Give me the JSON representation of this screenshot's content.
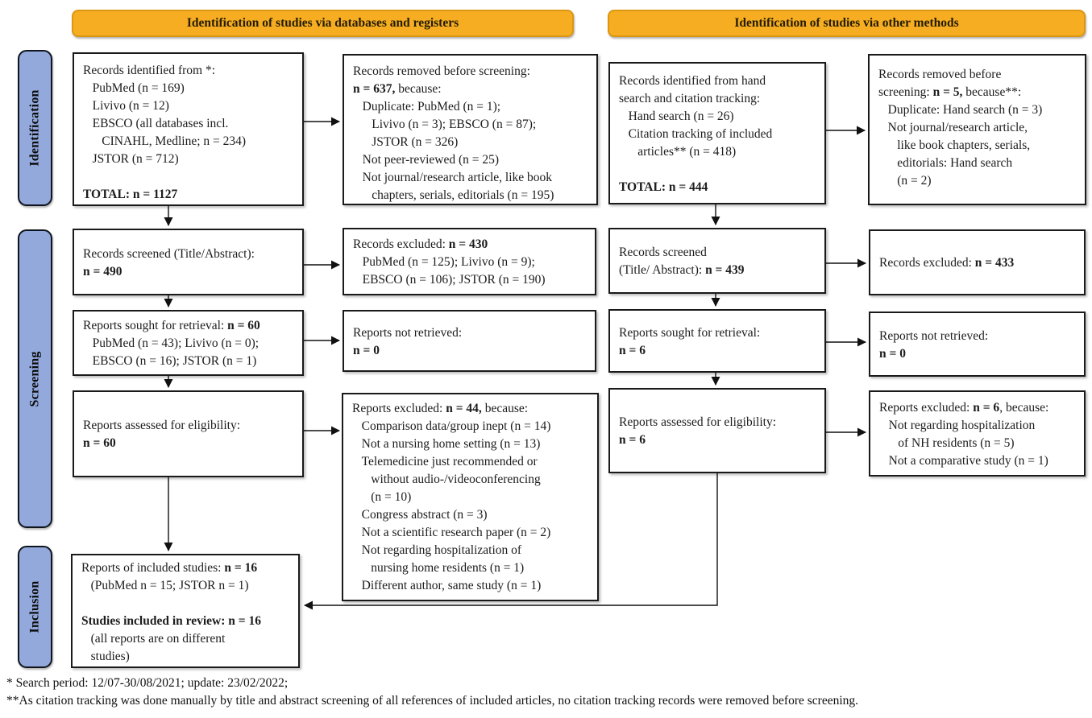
{
  "figure": {
    "banners": {
      "databases": "Identification of studies via databases and registers",
      "other": "Identification of studies via other methods"
    },
    "stages": {
      "identification": "Identification",
      "screening": "Screening",
      "inclusion": "Inclusion"
    },
    "footnotes": [
      "* Search period: 12/07-30/08/2021; update: 23/02/2022;",
      "**As citation tracking was done manually by title and abstract screening of all references of included articles, no citation tracking records were removed before screening."
    ]
  },
  "colors": {
    "banner_fill": "#F6AD21",
    "banner_border": "#DC9612",
    "stage_fill": "#93A9DC",
    "box_border": "#1A1A1A",
    "text": "#1C1C1C"
  },
  "boxes": [
    {
      "id": "db_records_identified",
      "lines": [
        [
          {
            "t": "Records identified from *:"
          }
        ],
        [
          {
            "t": "   PubMed (n = 169)"
          }
        ],
        [
          {
            "t": "   Livivo (n = 12)"
          }
        ],
        [
          {
            "t": "   EBSCO (all databases incl."
          }
        ],
        [
          {
            "t": "      CINAHL, Medline; n = 234)"
          }
        ],
        [
          {
            "t": "   JSTOR (n = 712)"
          }
        ],
        [],
        [
          {
            "t": "TOTAL: n = 1127",
            "b": 1
          }
        ]
      ]
    },
    {
      "id": "db_records_removed",
      "lines": [
        [
          {
            "t": "Records removed before screening:"
          }
        ],
        [
          {
            "t": "n = 637,",
            "b": 1
          },
          {
            "t": " because:"
          }
        ],
        [
          {
            "t": "   Duplicate: PubMed (n = 1);"
          }
        ],
        [
          {
            "t": "      Livivo (n = 3); EBSCO (n = 87);"
          }
        ],
        [
          {
            "t": "      JSTOR (n = 326)"
          }
        ],
        [
          {
            "t": "   Not peer-reviewed (n = 25)"
          }
        ],
        [
          {
            "t": "   Not journal/research article, like book"
          }
        ],
        [
          {
            "t": "      chapters, serials, editorials (n = 195)"
          }
        ]
      ]
    },
    {
      "id": "other_records_identified",
      "lines": [
        [
          {
            "t": "Records identified from hand"
          }
        ],
        [
          {
            "t": "search and citation tracking:"
          }
        ],
        [
          {
            "t": "   Hand search (n = 26)"
          }
        ],
        [
          {
            "t": "   Citation tracking of included"
          }
        ],
        [
          {
            "t": "      articles** (n = 418)"
          }
        ],
        [],
        [
          {
            "t": "TOTAL: n = 444",
            "b": 1
          }
        ]
      ]
    },
    {
      "id": "other_records_removed",
      "lines": [
        [
          {
            "t": "Records removed before"
          }
        ],
        [
          {
            "t": "screening: "
          },
          {
            "t": "n = 5,",
            "b": 1
          },
          {
            "t": " because**:"
          }
        ],
        [
          {
            "t": "   Duplicate: Hand search (n = 3)"
          }
        ],
        [
          {
            "t": "   Not journal/research article,"
          }
        ],
        [
          {
            "t": "      like book chapters, serials,"
          }
        ],
        [
          {
            "t": "      editorials: Hand search"
          }
        ],
        [
          {
            "t": "      (n = 2)"
          }
        ]
      ]
    },
    {
      "id": "db_records_screened",
      "lines": [
        [
          {
            "t": "Records screened (Title/Abstract):"
          }
        ],
        [
          {
            "t": "n = 490",
            "b": 1
          }
        ]
      ]
    },
    {
      "id": "db_records_excluded",
      "lines": [
        [
          {
            "t": "Records excluded: "
          },
          {
            "t": "n = 430",
            "b": 1
          }
        ],
        [
          {
            "t": "   PubMed (n = 125); Livivo (n = 9);"
          }
        ],
        [
          {
            "t": "   EBSCO (n = 106); JSTOR (n = 190)"
          }
        ]
      ]
    },
    {
      "id": "other_records_screened",
      "lines": [
        [
          {
            "t": "Records screened"
          }
        ],
        [
          {
            "t": "(Title/ Abstract): "
          },
          {
            "t": "n = 439",
            "b": 1
          }
        ]
      ]
    },
    {
      "id": "other_records_excluded",
      "lines": [
        [
          {
            "t": "Records excluded: "
          },
          {
            "t": "n = 433",
            "b": 1
          }
        ]
      ]
    },
    {
      "id": "db_reports_sought",
      "lines": [
        [
          {
            "t": "Reports sought for retrieval: "
          },
          {
            "t": "n = 60",
            "b": 1
          }
        ],
        [
          {
            "t": "   PubMed (n = 43); Livivo (n = 0);"
          }
        ],
        [
          {
            "t": "   EBSCO (n = 16); JSTOR (n = 1)"
          }
        ]
      ]
    },
    {
      "id": "db_reports_not_retrieved",
      "lines": [
        [
          {
            "t": "Reports not retrieved:"
          }
        ],
        [
          {
            "t": "n = 0",
            "b": 1
          }
        ]
      ]
    },
    {
      "id": "other_reports_sought",
      "lines": [
        [
          {
            "t": "Reports sought for retrieval:"
          }
        ],
        [
          {
            "t": "n = 6",
            "b": 1
          }
        ]
      ]
    },
    {
      "id": "other_reports_not_retrieved",
      "lines": [
        [
          {
            "t": "Reports not retrieved:"
          }
        ],
        [
          {
            "t": "n = 0",
            "b": 1
          }
        ]
      ]
    },
    {
      "id": "db_reports_assessed",
      "lines": [
        [
          {
            "t": "Reports assessed for eligibility:"
          }
        ],
        [
          {
            "t": "n = 60",
            "b": 1
          }
        ]
      ]
    },
    {
      "id": "db_reports_excluded",
      "lines": [
        [
          {
            "t": "Reports excluded: "
          },
          {
            "t": "n = 44,",
            "b": 1
          },
          {
            "t": " because:"
          }
        ],
        [
          {
            "t": "   Comparison data/group inept (n = 14)"
          }
        ],
        [
          {
            "t": "   Not a nursing home setting (n = 13)"
          }
        ],
        [
          {
            "t": "   Telemedicine just recommended or"
          }
        ],
        [
          {
            "t": "      without audio-/videoconferencing"
          }
        ],
        [
          {
            "t": "      (n = 10)"
          }
        ],
        [
          {
            "t": "   Congress abstract (n = 3)"
          }
        ],
        [
          {
            "t": "   Not a scientific research paper (n = 2)"
          }
        ],
        [
          {
            "t": "   Not regarding hospitalization of"
          }
        ],
        [
          {
            "t": "      nursing home residents (n = 1)"
          }
        ],
        [
          {
            "t": "   Different author, same study (n = 1)"
          }
        ]
      ]
    },
    {
      "id": "other_reports_assessed",
      "lines": [
        [
          {
            "t": "Reports assessed for eligibility:"
          }
        ],
        [
          {
            "t": "n = 6",
            "b": 1
          }
        ]
      ]
    },
    {
      "id": "other_reports_excluded",
      "lines": [
        [
          {
            "t": "Reports excluded: "
          },
          {
            "t": "n = 6",
            "b": 1
          },
          {
            "t": ", because:"
          }
        ],
        [
          {
            "t": "   Not regarding hospitalization"
          }
        ],
        [
          {
            "t": "      of NH residents (n = 5)"
          }
        ],
        [
          {
            "t": "   Not a comparative study (n = 1)"
          }
        ]
      ]
    },
    {
      "id": "included_studies",
      "lines": [
        [
          {
            "t": "Reports of included studies: "
          },
          {
            "t": "n = 16",
            "b": 1
          }
        ],
        [
          {
            "t": "   (PubMed n = 15; JSTOR n = 1)"
          }
        ],
        [],
        [
          {
            "t": "Studies included in review: n = 16",
            "b": 1
          }
        ],
        [
          {
            "t": "   (all reports are on different"
          }
        ],
        [
          {
            "t": "   studies)"
          }
        ]
      ]
    }
  ]
}
